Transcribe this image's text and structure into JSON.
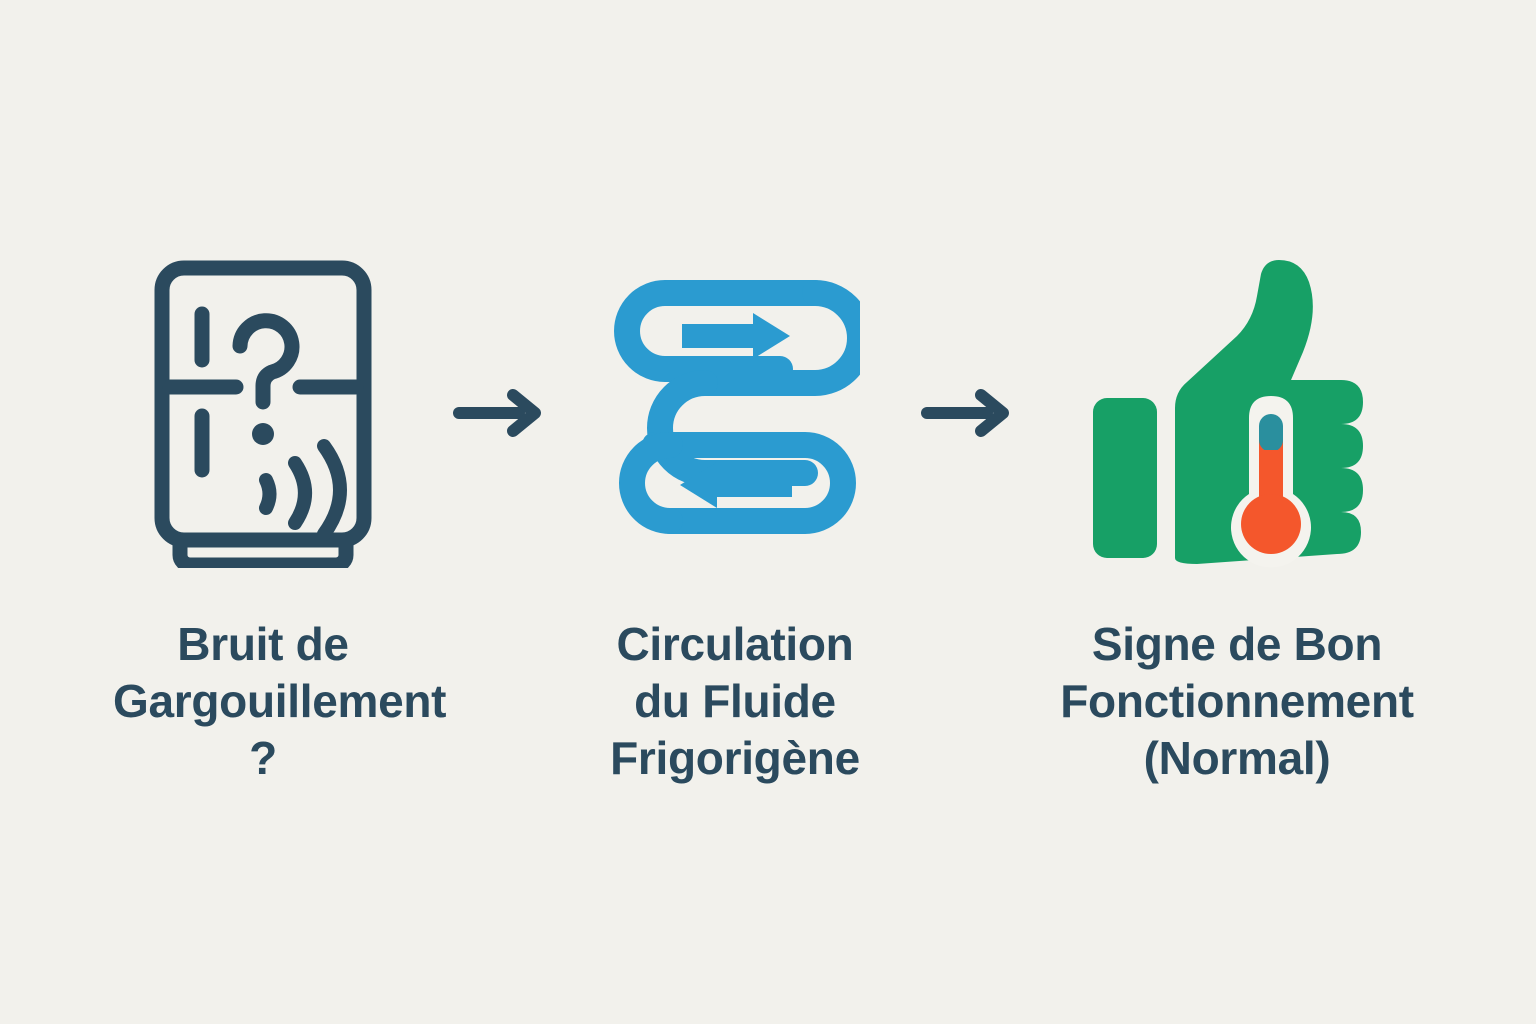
{
  "meta": {
    "title": "Bruit de gargouillement du réfrigérateur — diagramme explicatif",
    "background_color": "#f2f1ec",
    "language": "fr"
  },
  "theme": {
    "text_color": "#2b4a5e",
    "arrow_color": "#2b4a5e",
    "fridge_outline_color": "#2b4a5e",
    "coil_blue": "#2b9bd0",
    "hand_green": "#17a066",
    "thermometer_case": "#f4f3ee",
    "thermometer_mercury": "#f4572c",
    "thermometer_top": "#2a8f9e"
  },
  "flow": {
    "steps": [
      {
        "id": "step-1",
        "icon": "refrigerator-question-sound-icon",
        "icon_description": "Réfrigérateur avec point d'interrogation et ondes sonores",
        "label": "Bruit de\nGargouillement ?",
        "label_lines": [
          "Bruit de",
          "Gargouillement ?"
        ]
      },
      {
        "id": "step-2",
        "icon": "refrigerant-coil-flow-icon",
        "icon_description": "Serpentin de circulation avec flèches de flux",
        "label": "Circulation\ndu Fluide\nFrigorigène",
        "label_lines": [
          "Circulation",
          "du Fluide",
          "Frigorigène"
        ]
      },
      {
        "id": "step-3",
        "icon": "thumbs-up-thermometer-icon",
        "icon_description": "Pouce levé vert avec thermomètre",
        "label": "Signe de Bon\nFonctionnement\n(Normal)",
        "label_lines": [
          "Signe de Bon",
          "Fonctionnement",
          "(Normal)"
        ]
      }
    ],
    "connectors": [
      {
        "id": "connector-1",
        "icon": "arrow-right-icon",
        "direction": "right"
      },
      {
        "id": "connector-2",
        "icon": "arrow-right-icon",
        "direction": "right"
      }
    ]
  }
}
